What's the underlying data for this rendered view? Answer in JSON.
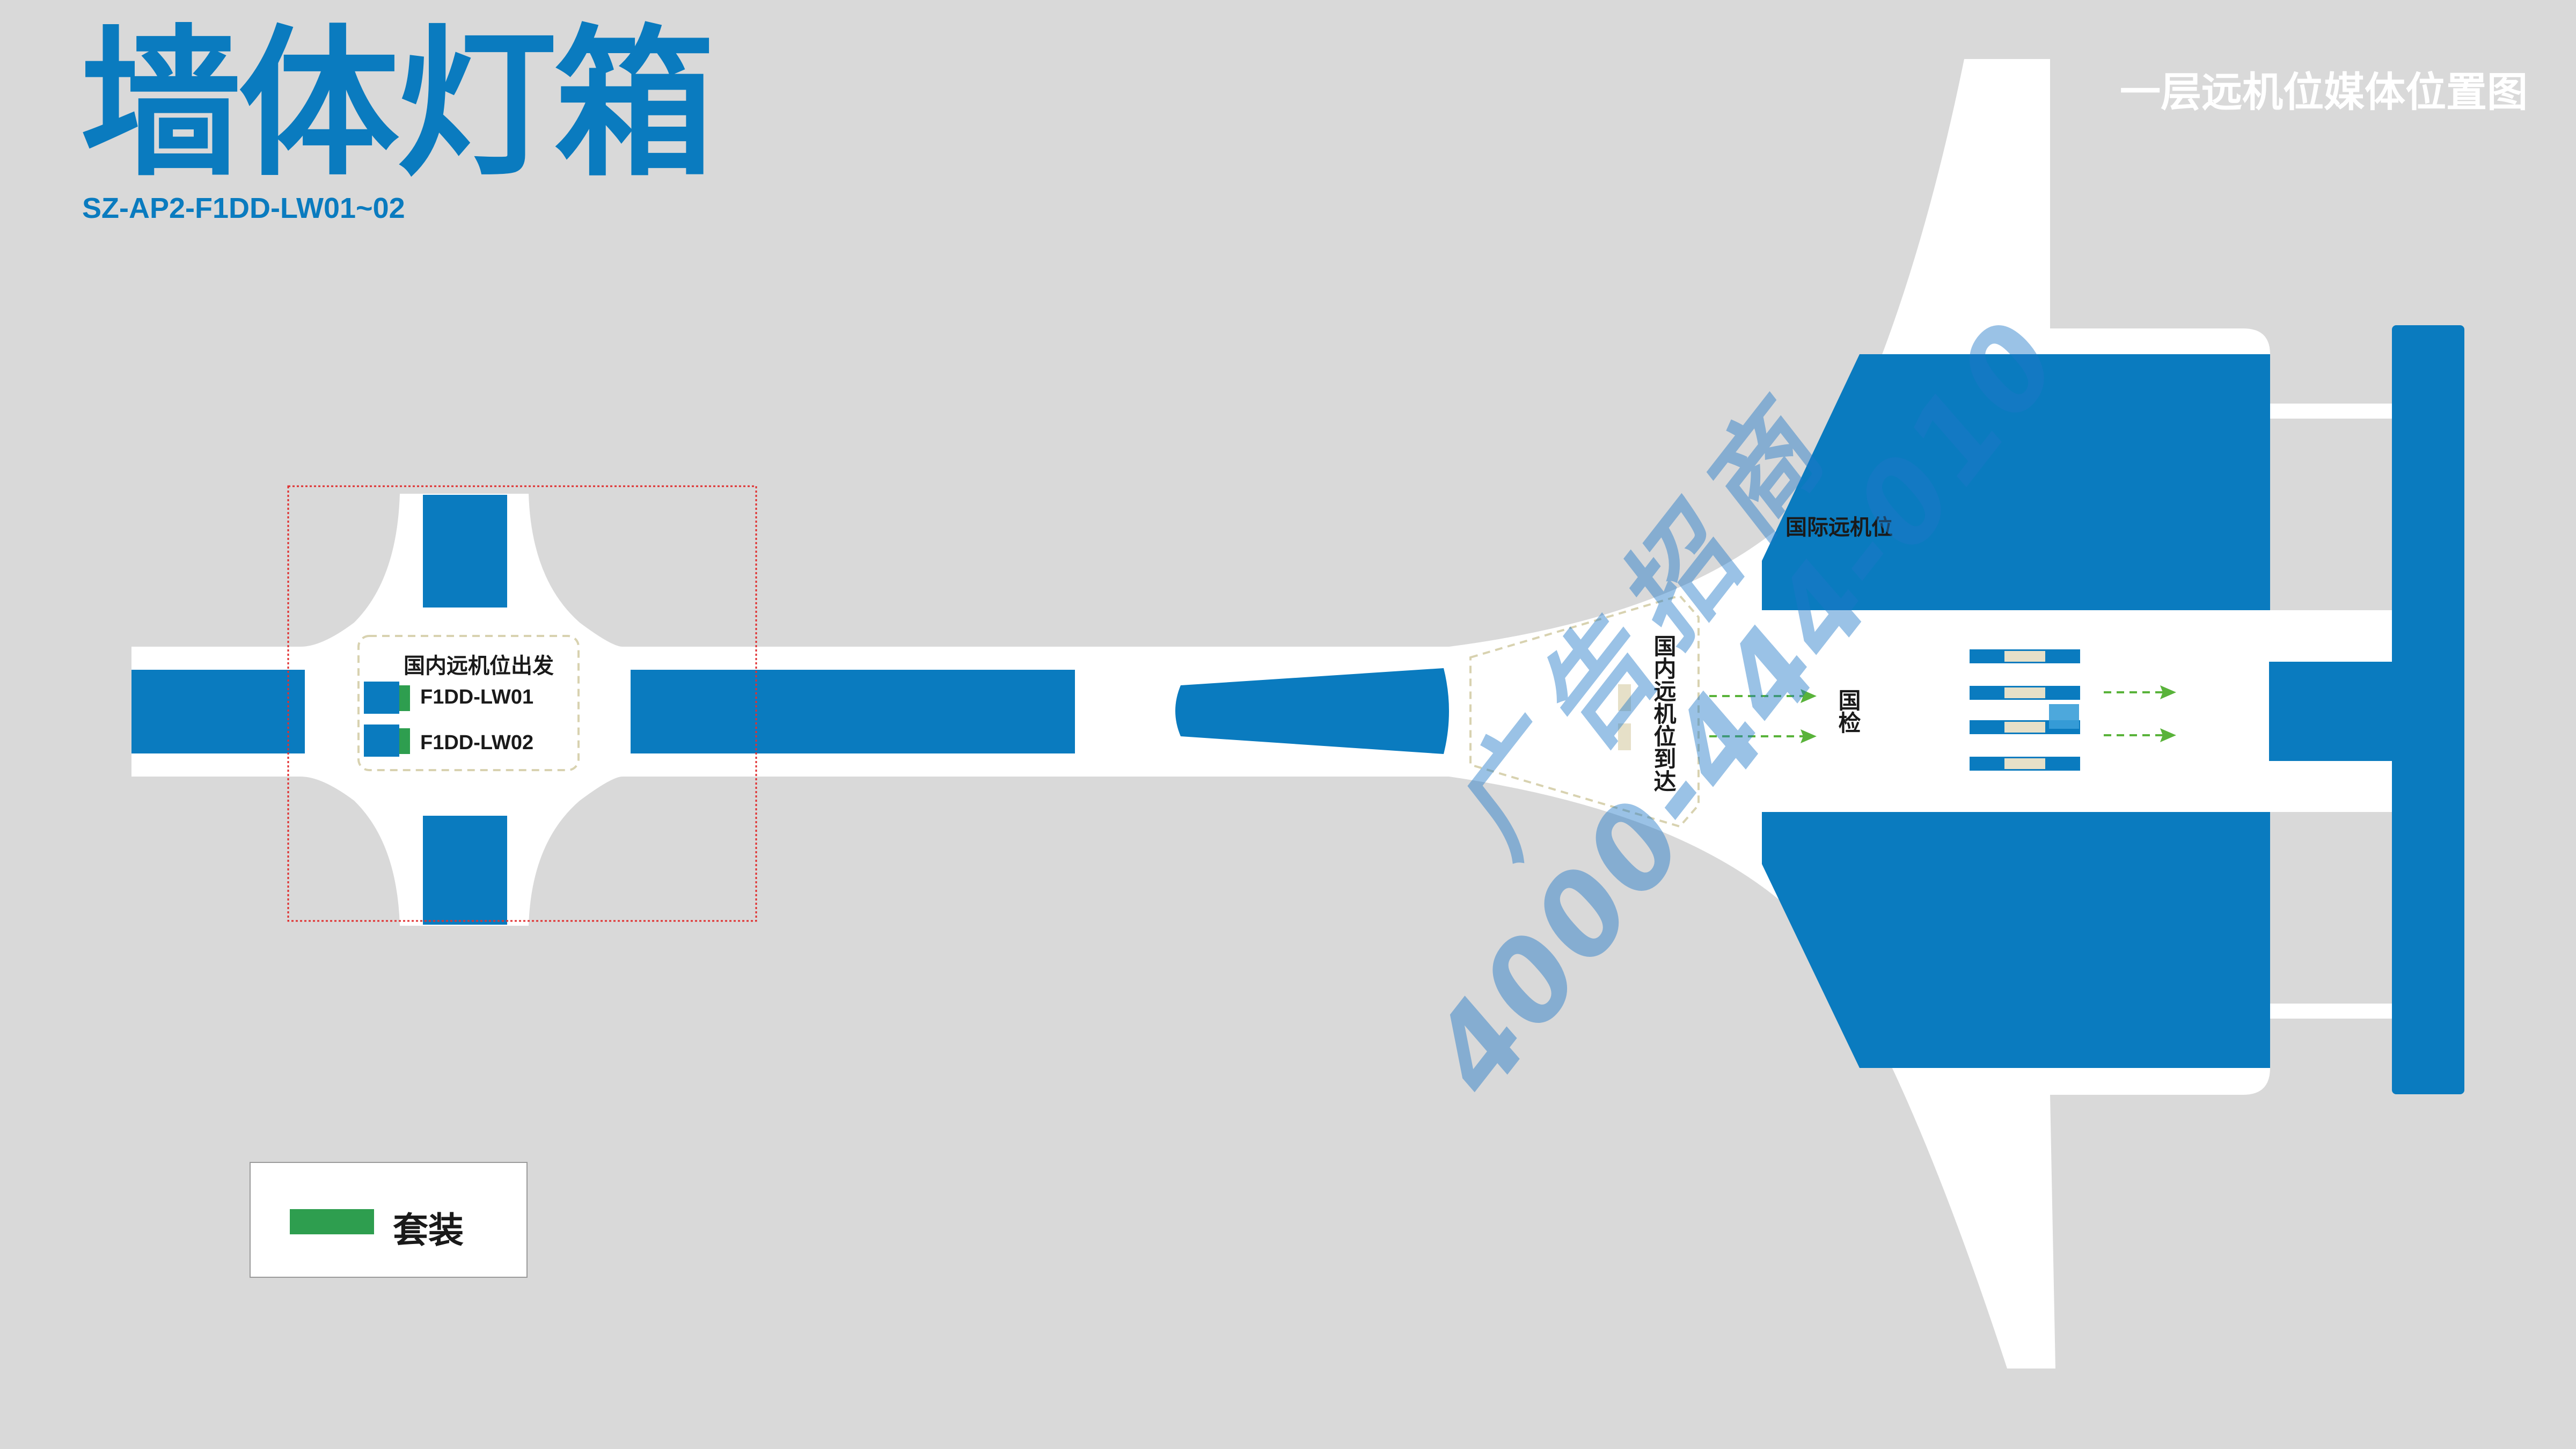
{
  "header": {
    "title": "墙体灯箱",
    "code": "SZ-AP2-F1DD-LW01~02",
    "floor_map_title": "一层远机位媒体位置图"
  },
  "map": {
    "zones": {
      "domestic_departure": "国内远机位出发",
      "international_remote": "国际远机位",
      "domestic_arrival": "国内远机位到达",
      "inspection": "国检"
    },
    "media_items": [
      {
        "id": "F1DD-LW01",
        "type": "套装"
      },
      {
        "id": "F1DD-LW02",
        "type": "套装"
      }
    ],
    "colors": {
      "background": "#d9d9d9",
      "building": "#ffffff",
      "block": "#0a7bbf",
      "media": "#2e9e4f",
      "highlight_frame": "#e03030",
      "flow_arrow": "#59b33a"
    }
  },
  "legend": {
    "items": [
      {
        "label": "套装",
        "color": "#2e9e4f"
      }
    ]
  },
  "watermark": {
    "line1": "广告招商",
    "line2": "4000-444-010"
  }
}
